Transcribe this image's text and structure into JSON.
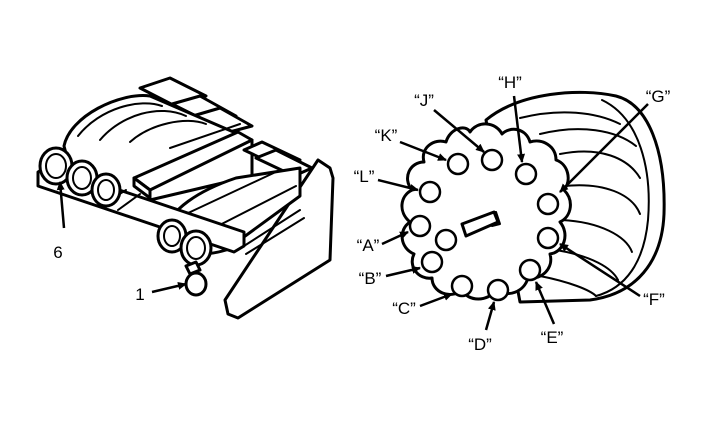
{
  "left_connector": {
    "callouts": [
      {
        "id": "six",
        "text": "6"
      },
      {
        "id": "one",
        "text": "1"
      }
    ]
  },
  "right_connector": {
    "pin_labels": [
      {
        "id": "a",
        "text": "“A”"
      },
      {
        "id": "b",
        "text": "“B”"
      },
      {
        "id": "c",
        "text": "“C”"
      },
      {
        "id": "d",
        "text": "“D”"
      },
      {
        "id": "e",
        "text": "“E”"
      },
      {
        "id": "f",
        "text": "“F”"
      },
      {
        "id": "g",
        "text": "“G”"
      },
      {
        "id": "h",
        "text": "“H”"
      },
      {
        "id": "j",
        "text": "“J”"
      },
      {
        "id": "k",
        "text": "“K”"
      },
      {
        "id": "l",
        "text": "“L”"
      }
    ]
  }
}
